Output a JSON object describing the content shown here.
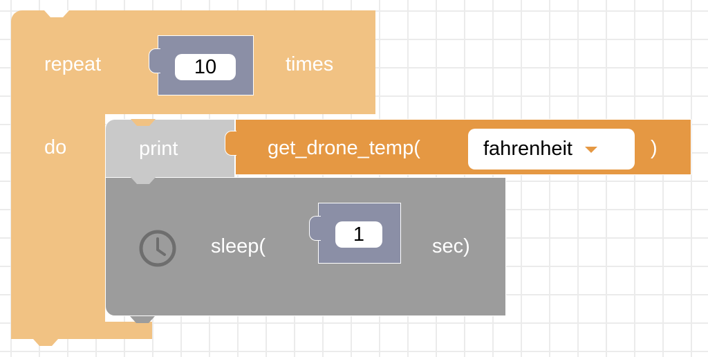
{
  "repeat_block": {
    "label_repeat": "repeat",
    "count": "10",
    "label_times": "times",
    "label_do": "do"
  },
  "print_block": {
    "label": "print"
  },
  "function_block": {
    "label_open": "get_drone_temp(",
    "dropdown_value": "fahrenheit",
    "label_close": ")"
  },
  "sleep_block": {
    "icon": "clock-icon",
    "label_open": "sleep(",
    "seconds": "1",
    "label_close": "sec)"
  },
  "colors": {
    "loop": "#f1c283",
    "print": "#c9c9c9",
    "function": "#e59843",
    "sleep": "#9c9c9c",
    "value": "#8b8fa6"
  }
}
